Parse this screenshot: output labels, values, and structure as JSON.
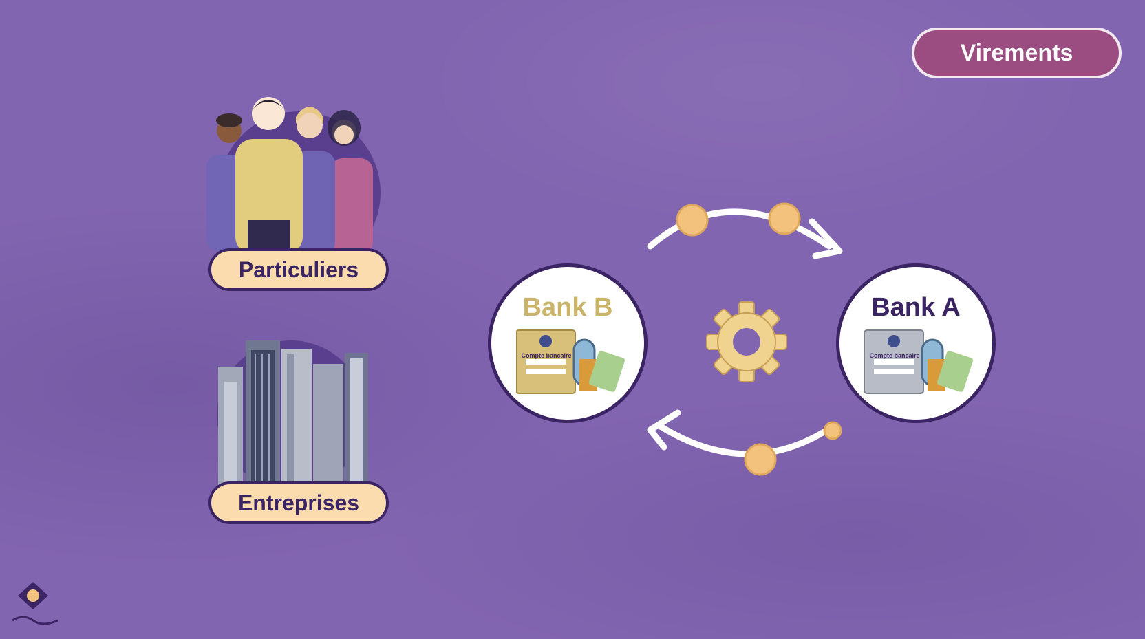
{
  "header": {
    "badge_label": "Virements"
  },
  "categories": {
    "individuals": {
      "label": "Particuliers",
      "icon": "people-group-icon"
    },
    "companies": {
      "label": "Entreprises",
      "icon": "office-towers-icon"
    }
  },
  "banks": {
    "left": {
      "name": "Bank B",
      "account_caption": "Compte bancaire"
    },
    "right": {
      "name": "Bank A",
      "account_caption": "Compte bancaire"
    }
  },
  "process_icon": "gear-icon",
  "colors": {
    "background": "#8265b0",
    "badge": "#9b4d82",
    "pill": "#fbdcae",
    "dark_purple": "#3b2463",
    "gold": "#c9b46a",
    "coin": "#f3c37e"
  }
}
